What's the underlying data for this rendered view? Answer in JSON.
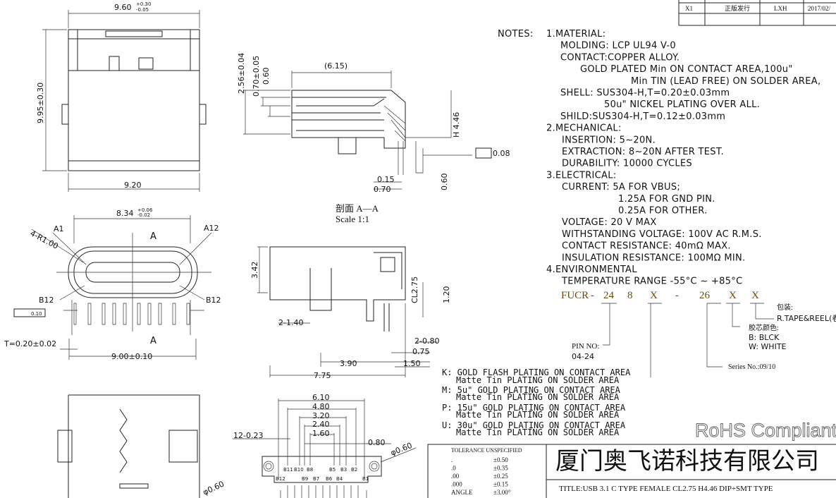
{
  "revision_table": {
    "rev": "X1",
    "description": "正版发行",
    "drawn": "LXH",
    "date": "2017/02/"
  },
  "top_view": {
    "width": "9.60",
    "width_tol_plus": "+0.30",
    "width_tol_minus": "-0.05",
    "height": "9.95±0.30",
    "bottom_width": "9.20"
  },
  "section_view": {
    "depth": "(6.15)",
    "d1": "2.56±0.04",
    "d2": "0.70±0.05",
    "d3": "0.60",
    "height": "H 4.46",
    "flatness": "0.08",
    "d4": "0.15",
    "d5": "0.70",
    "d6": "0.60",
    "title": "剖面 A—A",
    "scale": "Scale 1:1"
  },
  "front_view": {
    "width": "8.34",
    "tol_plus": "+0.06",
    "tol_minus": "-0.02",
    "a1": "A1",
    "a12": "A12",
    "radius": "4-R1.00",
    "section_mark": "A",
    "b12_left": "B12",
    "b12_right": "B12",
    "flatness": "0.10",
    "thickness": "T=0.20±0.02",
    "pitch": "9.00±0.10"
  },
  "side_view": {
    "h": "3.42",
    "cl": "CL2.75",
    "h2": "1.20",
    "pins1": "2-1.40",
    "pins2": "2-0.80",
    "d1": "0.75",
    "d2": "3.90",
    "d3": "1.50",
    "length": "7.75"
  },
  "footprint": {
    "d1": "6.10",
    "d2": "4.80",
    "d3": "3.20",
    "d4": "2.40",
    "d5": "1.60",
    "pads": "12-0.23",
    "d6": "0.80",
    "hole": "φ0.60",
    "hole2": "φ0.60",
    "top_pins": [
      "B11",
      "B10",
      "B8",
      "B5",
      "B3",
      "B2"
    ],
    "bottom_pins": [
      "B12",
      "B9",
      "B7",
      "B6",
      "B4",
      "B1"
    ]
  },
  "notes": {
    "label": "NOTES:",
    "lines": [
      "1.MATERIAL:",
      "MOLDING: LCP UL94 V-0",
      "CONTACT:COPPER ALLOY.",
      "GOLD PLATED Min ON CONTACT AREA,100u\"",
      "Min TIN (LEAD FREE) ON SOLDER AREA,",
      "SHELL: SUS304-H,T=0.20±0.03mm",
      "50u\" NICKEL PLATING OVER ALL.",
      "SHILD:SUS304-H,T=0.12±0.03mm",
      "2.MECHANICAL:",
      "INSERTION: 5~20N.",
      "EXTRACTION: 8~20N AFTER TEST.",
      "DURABILITY: 10000 CYCLES",
      "3.ELECTRICAL:",
      "CURRENT: 5A FOR VBUS;",
      "1.25A FOR GND PIN.",
      "0.25A FOR OTHER.",
      "VOLTAGE: 20 V MAX",
      "WITHSTANDING VOLTAGE: 100V AC R.M.S.",
      "CONTACT RESISTANCE: 40mΩ MAX.",
      "INSULATION RESISTANCE: 100MΩ MIN.",
      "4.ENVIRONMENTAL",
      "TEMPERATURE RANGE -55°C ~ +85°C"
    ]
  },
  "part_number": {
    "parts": [
      "FUCR",
      "-",
      "24",
      "8",
      "X",
      "-",
      "26",
      "X",
      "X"
    ],
    "pin_label": "PIN NO:",
    "pin_range": "04-24",
    "series": "Series No.:09/10",
    "color_label": "胶芯颜色:",
    "color_b": "B: BLCK",
    "color_w": "W: WHITE",
    "pack_label": "包装:",
    "pack_value": "R.TAPE&REEL(卷"
  },
  "plating_options": [
    {
      "line1": "K: GOLD FLASH PLATING ON CONTACT AREA",
      "line2": "Matte Tin PLATING ON SOLDER AREA"
    },
    {
      "line1": "M: 5u\" GOLD PLATING ON CONTACT AREA",
      "line2": "Matte Tin PLATING ON SOLDER AREA"
    },
    {
      "line1": "P: 15u\" GOLD PLATING ON CONTACT AREA",
      "line2": "Matte Tin PLATING ON SOLDER AREA"
    },
    {
      "line1": "U: 30u\" GOLD PLATING ON CONTACT AREA",
      "line2": "Matte Tin PLATING ON SOLDER AREA"
    }
  ],
  "rohs": "RoHS Compliant",
  "title_block": {
    "tolerance_title": "TOLERANCE UNSPECIFIED",
    "tolerances": [
      {
        "k": ".",
        "v": "±0.50"
      },
      {
        "k": ".0",
        "v": "±0.35"
      },
      {
        "k": ".00",
        "v": "±0.25"
      },
      {
        "k": ".000",
        "v": "±0.15"
      },
      {
        "k": "ANGLE",
        "v": "±3.00°"
      }
    ],
    "company": "厦门奥飞诺科技有限公司",
    "title": "TITLE:USB 3.1 C TYPE FEMALE CL2.75 H4.46 DIP+SMT TYPE"
  }
}
